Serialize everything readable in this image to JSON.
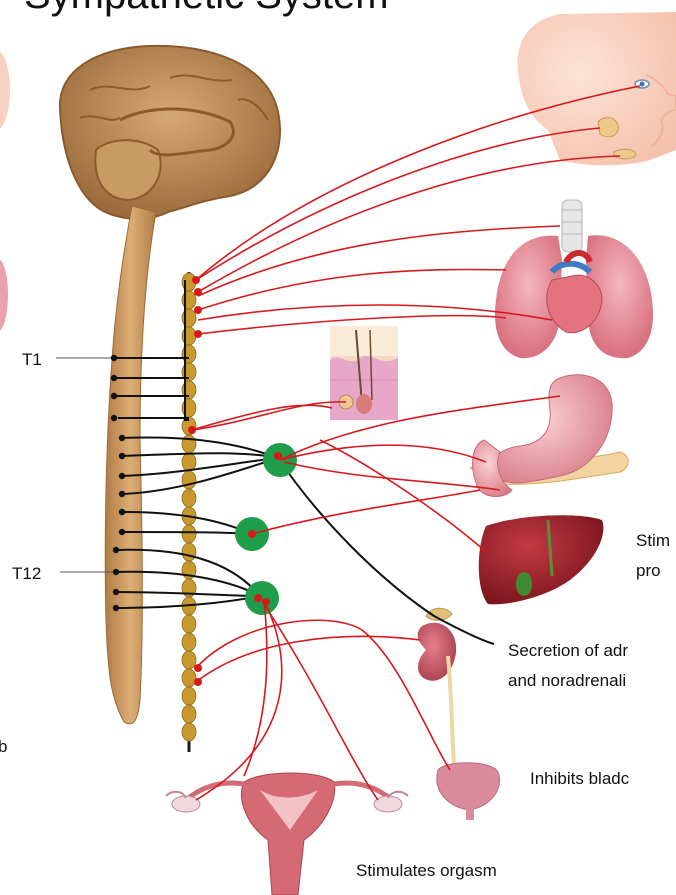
{
  "diagram": {
    "title": "Sympathetic System",
    "spine_labels": {
      "t1": "T1",
      "t12": "T12"
    },
    "left_clip_text": "b",
    "effects": {
      "liver_line1": "Stim",
      "liver_line2": "pro",
      "adrenal_line1": "Secretion of adr",
      "adrenal_line2": "and noradrenali",
      "bladder": "Inhibits bladc",
      "reproductive": "Stimulates orgasm"
    },
    "organs": [
      "eye-icon",
      "salivary-gland-icon",
      "lungs-heart-icon",
      "skin-hair-icon",
      "stomach-pancreas-icon",
      "liver-icon",
      "kidney-adrenal-icon",
      "bladder-icon",
      "uterus-icon"
    ],
    "colors": {
      "nerve_red": "#d7191c",
      "nerve_black": "#111111",
      "spinal_cord": "#c8935a",
      "ganglion_chain": "#c89a2e",
      "ganglion_green": "#1e9e4a",
      "brain": "#b98a55",
      "organ_pink": "#e98f9b",
      "liver": "#8e1c25"
    }
  }
}
